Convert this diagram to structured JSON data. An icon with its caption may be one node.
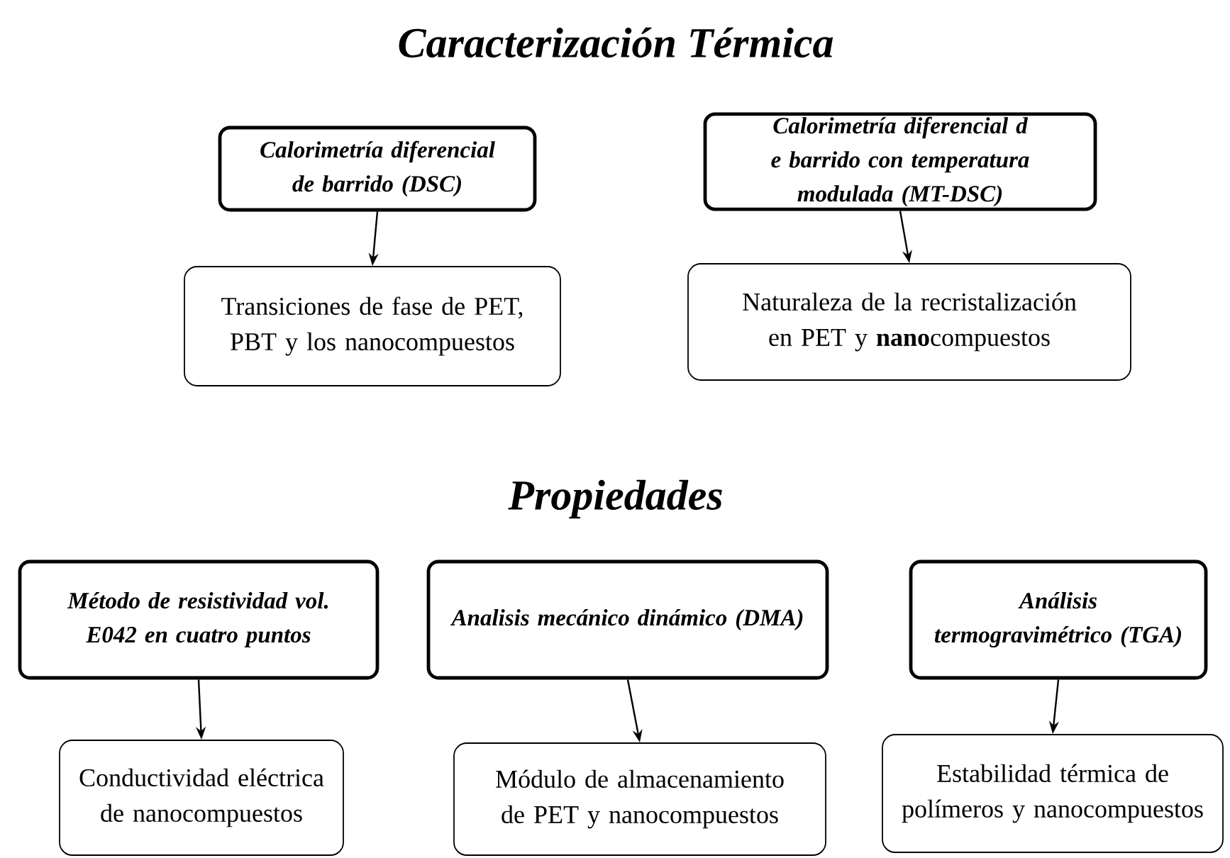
{
  "diagram": {
    "title": "Caracterización Térmica",
    "nodes": [
      {
        "text": [
          "Calorimetría diferencial de barrido (DSC)"
        ]
      },
      {
        "text": [
          "Transiciones de fase de PET, PBT y los nanocompuestos"
        ]
      },
      {
        "text": [
          "Calorimetría diferencial d e barrido con temperatura modulada (MT-DSC)"
        ]
      },
      {
        "text": [
          "Naturaleza de la recristalización en PET y **nano**compuestos"
        ]
      },
      {
        "text": [
          "Método de resistividad vol. E042 en cuatro puntos"
        ]
      },
      {
        "text": [
          "Conductividad eléctrica de nanocompuestos"
        ]
      },
      {
        "text": [
          "Analisis mecánico dinámico (DMA)"
        ]
      },
      {
        "text": [
          "Módulo de almacenamiento de PET y nanocompuestos"
        ]
      },
      {
        "text": [
          "Análisis termogravimétrico (TGA)"
        ]
      },
      {
        "text": [
          "Estabilidad térmica de polímeros y nanocompuestos"
        ]
      }
    ],
    "edges": [
      {
        "from": 0,
        "to": 1,
        "arrow": "to"
      },
      {
        "from": 2,
        "to": 3,
        "arrow": "to"
      },
      {
        "from": 4,
        "to": 5,
        "arrow": "to"
      },
      {
        "from": 6,
        "to": 7,
        "arrow": "to"
      },
      {
        "from": 8,
        "to": 9,
        "arrow": "to"
      }
    ],
    "labels": [
      "Propiedades"
    ]
  }
}
